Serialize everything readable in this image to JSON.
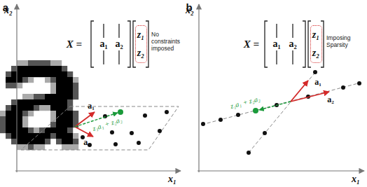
{
  "diagram": {
    "nodes": [
      {
        "text": [
          "z₁",
          "z₂"
        ]
      },
      {
        "text": [
          "z₁",
          "z₂"
        ]
      }
    ],
    "labels": [
      "a",
      "b",
      "x₂",
      "x₁",
      "x₂",
      "x₁",
      "X =",
      "a₁",
      "a₂",
      "No constraints imposed",
      "a₁",
      "a₂",
      "z₁a₁ + z₂a₂",
      "X =",
      "a₁",
      "a₂",
      "Imposing Sparsity",
      "a₁",
      "a₂",
      "z₁a₁ + z₂a₂"
    ]
  }
}
